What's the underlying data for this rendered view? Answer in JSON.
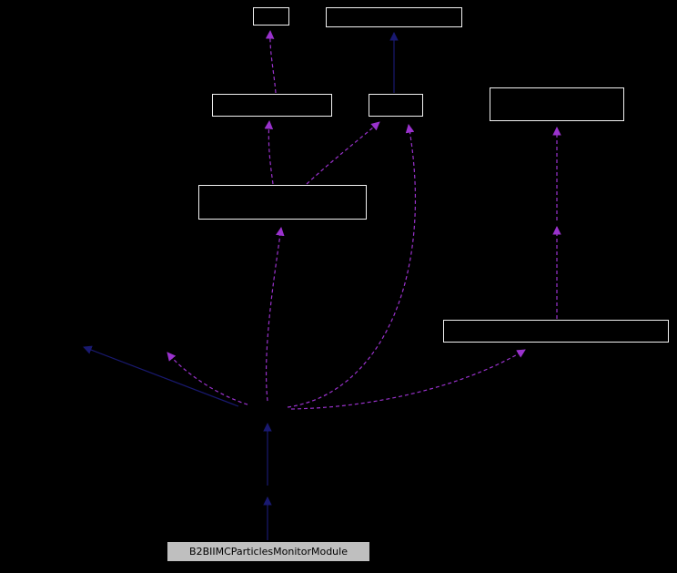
{
  "diagram": {
    "type": "collaboration-graph",
    "background_color": "#000000",
    "colors": {
      "inheritance_edge": "#191970",
      "usage_edge": "#9a32cd",
      "node_border": "#f2f2f2",
      "node_fill": "#000000",
      "main_node_fill": "#bfbfbf",
      "main_node_text": "#000000"
    },
    "edge_styles": {
      "inheritance": "solid",
      "usage": "dashed"
    },
    "nodes": [
      {
        "id": "node-top-small",
        "label": ""
      },
      {
        "id": "node-top-wide",
        "label": ""
      },
      {
        "id": "node-row2-left",
        "label": ""
      },
      {
        "id": "node-row2-center",
        "label": ""
      },
      {
        "id": "node-top-right",
        "label": ""
      },
      {
        "id": "node-center",
        "label": ""
      },
      {
        "id": "node-right-lower",
        "label": ""
      },
      {
        "id": "node-main",
        "label": "B2BIIMCParticlesMonitorModule"
      }
    ]
  }
}
